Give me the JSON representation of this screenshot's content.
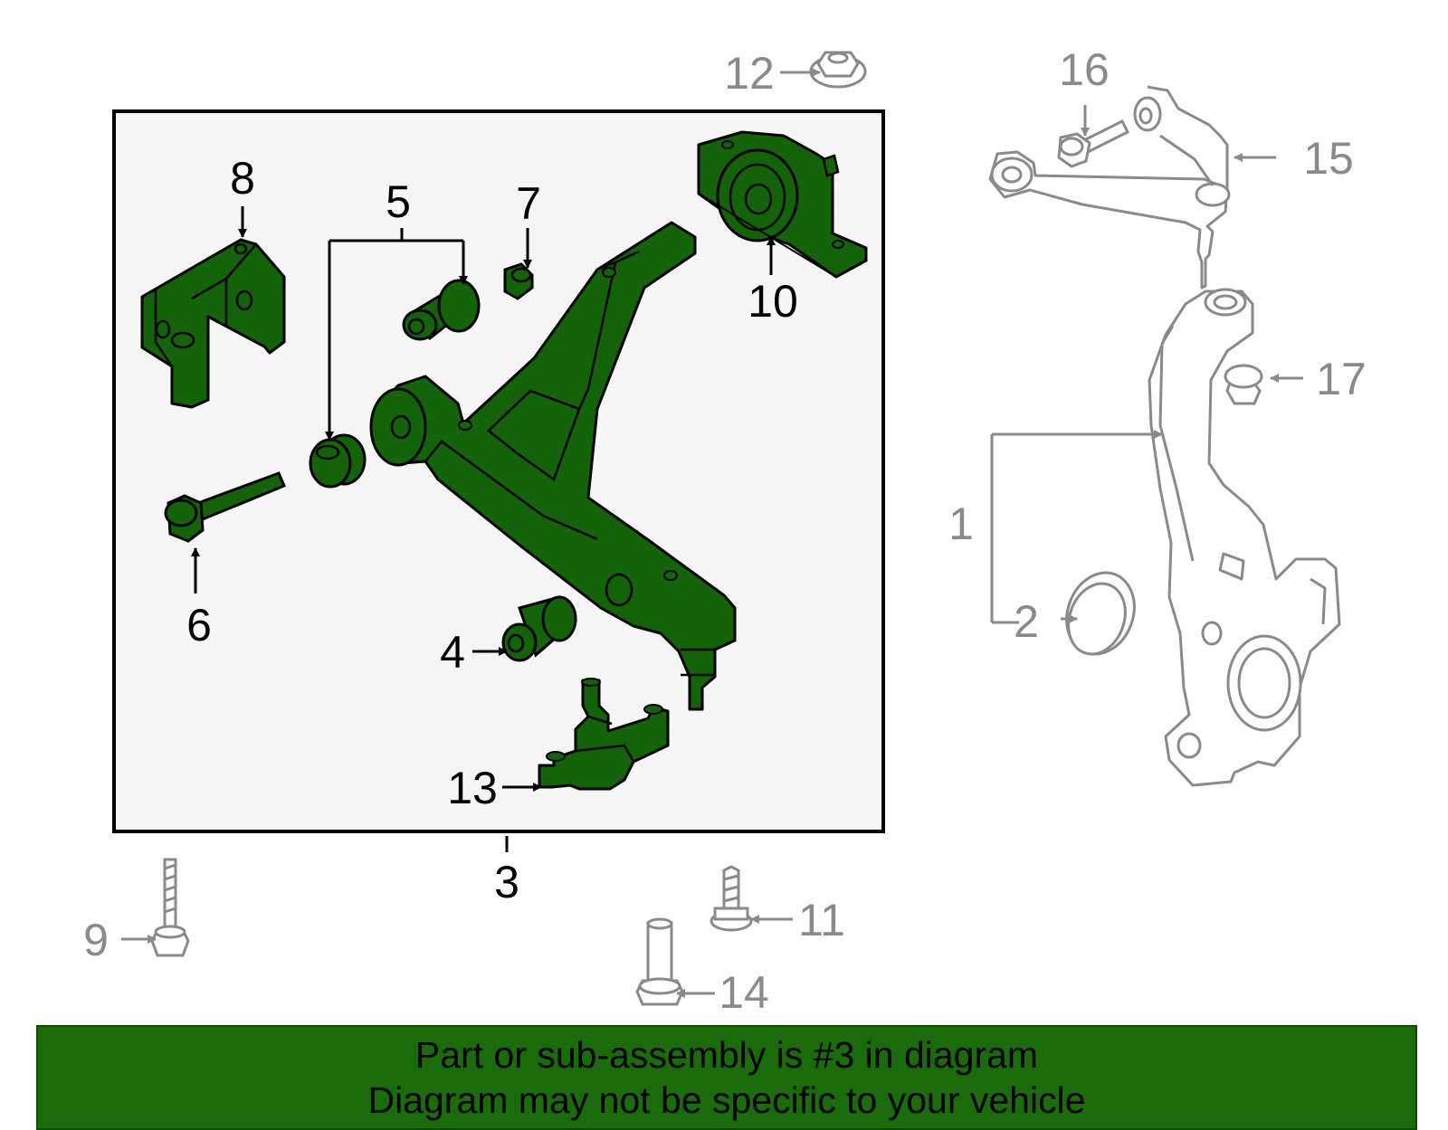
{
  "colors": {
    "part_fill": "#136308",
    "part_stroke": "#000000",
    "ghost_stroke": "#8a8a8a",
    "box_fill": "#f6f6f6",
    "banner_fill": "#1a6c0b"
  },
  "callouts": [
    {
      "id": "1",
      "style": "grey"
    },
    {
      "id": "2",
      "style": "grey"
    },
    {
      "id": "3",
      "style": "dark"
    },
    {
      "id": "4",
      "style": "dark"
    },
    {
      "id": "5",
      "style": "dark"
    },
    {
      "id": "6",
      "style": "dark"
    },
    {
      "id": "7",
      "style": "dark"
    },
    {
      "id": "8",
      "style": "dark"
    },
    {
      "id": "9",
      "style": "grey"
    },
    {
      "id": "10",
      "style": "dark"
    },
    {
      "id": "11",
      "style": "grey"
    },
    {
      "id": "12",
      "style": "grey"
    },
    {
      "id": "13",
      "style": "dark"
    },
    {
      "id": "14",
      "style": "grey"
    },
    {
      "id": "15",
      "style": "grey"
    },
    {
      "id": "16",
      "style": "grey"
    },
    {
      "id": "17",
      "style": "grey"
    }
  ],
  "banner": {
    "line1": "Part or sub-assembly is #3 in diagram",
    "line2": "Diagram may not be specific to your vehicle"
  }
}
